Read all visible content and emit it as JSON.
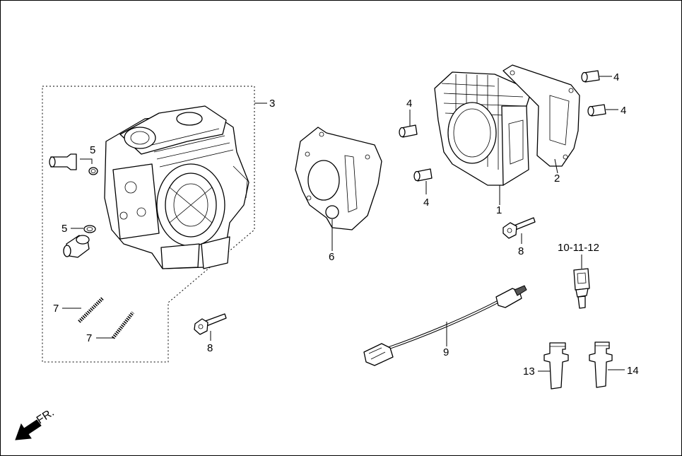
{
  "diagram": {
    "direction_label": "FR.",
    "callouts": [
      {
        "id": "c1",
        "text": "1"
      },
      {
        "id": "c2",
        "text": "2"
      },
      {
        "id": "c3",
        "text": "3"
      },
      {
        "id": "c4a",
        "text": "4"
      },
      {
        "id": "c4b",
        "text": "4"
      },
      {
        "id": "c4c",
        "text": "4"
      },
      {
        "id": "c4d",
        "text": "4"
      },
      {
        "id": "c5a",
        "text": "5"
      },
      {
        "id": "c5b",
        "text": "5"
      },
      {
        "id": "c6",
        "text": "6"
      },
      {
        "id": "c7a",
        "text": "7"
      },
      {
        "id": "c7b",
        "text": "7"
      },
      {
        "id": "c8a",
        "text": "8"
      },
      {
        "id": "c8b",
        "text": "8"
      },
      {
        "id": "c9",
        "text": "9"
      },
      {
        "id": "c10",
        "text": "10-11-12"
      },
      {
        "id": "c13",
        "text": "13"
      },
      {
        "id": "c14",
        "text": "14"
      }
    ]
  }
}
